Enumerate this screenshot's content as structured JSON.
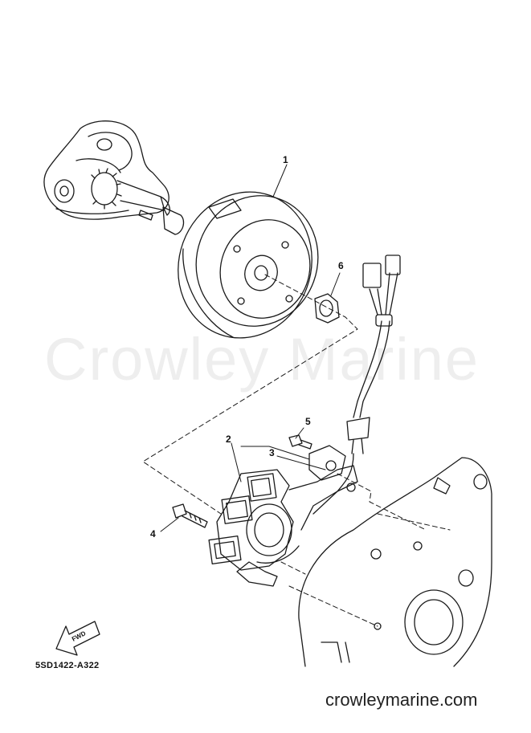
{
  "watermark": "Crowley Marine",
  "part_code": "5SD1422-A322",
  "site_url": "crowleymarine.com",
  "fwd_label": "FWD",
  "callouts": [
    {
      "id": "1",
      "label": "1"
    },
    {
      "id": "2",
      "label": "2"
    },
    {
      "id": "3",
      "label": "3"
    },
    {
      "id": "4",
      "label": "4"
    },
    {
      "id": "5",
      "label": "5"
    },
    {
      "id": "6",
      "label": "6"
    }
  ],
  "colors": {
    "line": "#1a1a1a",
    "watermark": "#eeeeee",
    "background": "#ffffff"
  }
}
